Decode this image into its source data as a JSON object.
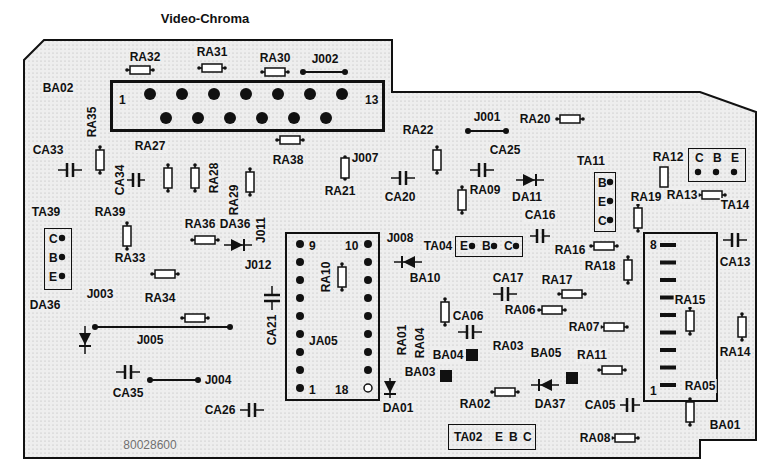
{
  "diagram": {
    "title": "Video-Chroma",
    "nodes": [
      {
        "text": [
          "1",
          "13"
        ]
      },
      {
        "text": [
          "9",
          "10",
          "JA05",
          "1",
          "18"
        ]
      },
      {
        "text": [
          "8",
          "1"
        ]
      },
      {
        "text": [
          "C",
          "B",
          "E"
        ]
      },
      {
        "text": [
          "E",
          "B",
          "C"
        ]
      },
      {
        "text": [
          "B",
          "E",
          "C"
        ]
      },
      {
        "text": [
          "C",
          "B",
          "E"
        ]
      },
      {
        "text": [
          "TA02",
          "E",
          "B",
          "C"
        ]
      }
    ],
    "labels": [
      "RA32",
      "RA31",
      "RA30",
      "J002",
      "BA02",
      "RA35",
      "CA33",
      "CA34",
      "RA27",
      "RA28",
      "RA29",
      "RA38",
      "RA22",
      "J001",
      "RA20",
      "CA25",
      "J007",
      "RA21",
      "CA20",
      "RA09",
      "DA11",
      "TA11",
      "RA12",
      "RA13",
      "RA19",
      "TA14",
      "CA13",
      "TA39",
      "RA39",
      "RA36",
      "DA36",
      "J011",
      "J012",
      "CA16",
      "RA16",
      "J008",
      "TA04",
      "BA10",
      "CA17",
      "RA17",
      "RA18",
      "RA33",
      "J003",
      "RA34",
      "J005",
      "DA36",
      "RA15",
      "RA14",
      "CA06",
      "RA06",
      "RA07",
      "RA03",
      "BA04",
      "BA03",
      "BA05",
      "RA11",
      "RA01",
      "RA04",
      "RA10",
      "CA21",
      "DA01",
      "RA02",
      "DA37",
      "CA05",
      "RA08",
      "RA05",
      "BA01",
      "CA35",
      "J004",
      "CA26",
      "80028600"
    ]
  }
}
